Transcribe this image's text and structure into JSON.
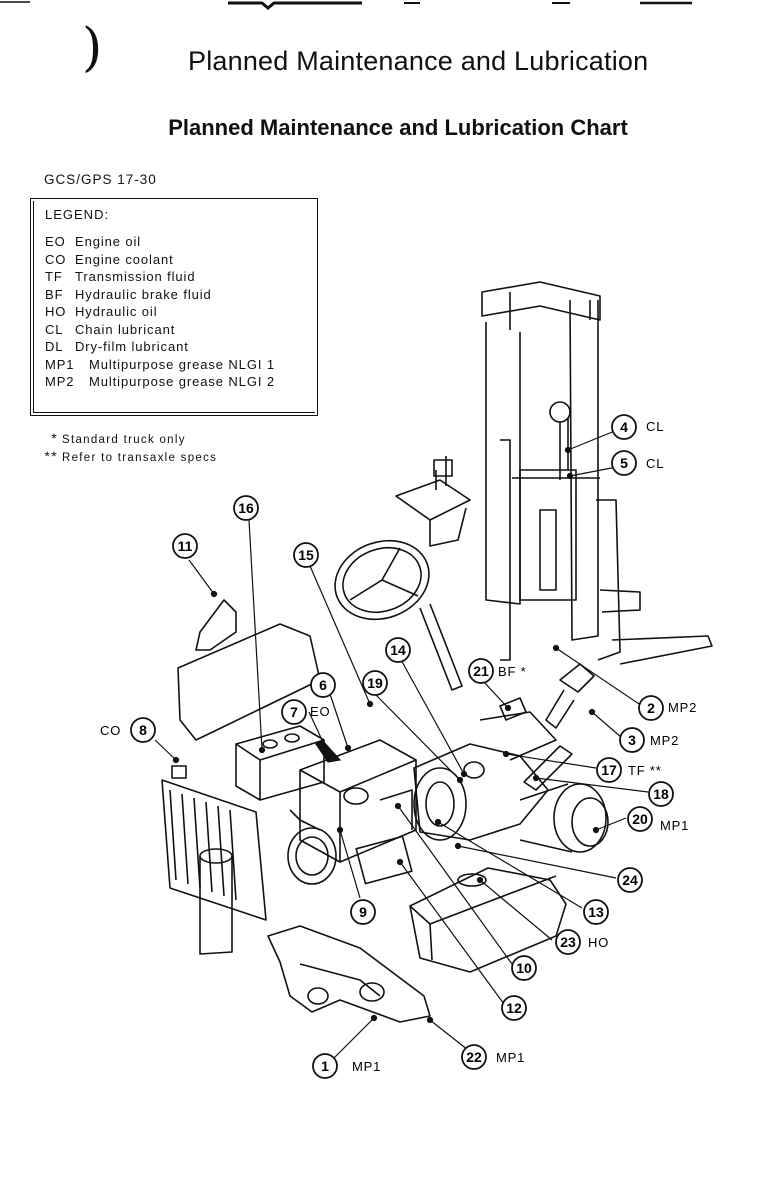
{
  "page_title": "Planned Maintenance and Lubrication",
  "chart_title": "Planned Maintenance and Lubrication Chart",
  "model": "GCS/GPS 17-30",
  "legend": {
    "heading": "LEGEND:",
    "items": [
      {
        "code": "EO",
        "label": "Engine oil"
      },
      {
        "code": "CO",
        "label": "Engine coolant"
      },
      {
        "code": "TF",
        "label": "Transmission fluid"
      },
      {
        "code": "BF",
        "label": "Hydraulic brake fluid"
      },
      {
        "code": "HO",
        "label": "Hydraulic oil"
      },
      {
        "code": "CL",
        "label": "Chain lubricant"
      },
      {
        "code": "DL",
        "label": "Dry-film lubricant"
      },
      {
        "code": "MP1",
        "label": "Multipurpose grease NLGI 1"
      },
      {
        "code": "MP2",
        "label": "Multipurpose grease NLGI 2"
      }
    ]
  },
  "notes": [
    {
      "mark": "*",
      "text": "Standard truck only"
    },
    {
      "mark": "**",
      "text": "Refer to transaxle specs"
    }
  ],
  "callouts": [
    {
      "number": "1",
      "code": "MP1"
    },
    {
      "number": "2",
      "code": "MP2"
    },
    {
      "number": "3",
      "code": "MP2"
    },
    {
      "number": "4",
      "code": "CL"
    },
    {
      "number": "5",
      "code": "CL"
    },
    {
      "number": "6",
      "code": ""
    },
    {
      "number": "7",
      "code": "EO"
    },
    {
      "number": "8",
      "code": "CO"
    },
    {
      "number": "9",
      "code": ""
    },
    {
      "number": "10",
      "code": ""
    },
    {
      "number": "11",
      "code": ""
    },
    {
      "number": "12",
      "code": ""
    },
    {
      "number": "13",
      "code": ""
    },
    {
      "number": "14",
      "code": ""
    },
    {
      "number": "15",
      "code": ""
    },
    {
      "number": "16",
      "code": ""
    },
    {
      "number": "17",
      "code": "TF **"
    },
    {
      "number": "18",
      "code": ""
    },
    {
      "number": "19",
      "code": ""
    },
    {
      "number": "20",
      "code": "MP1"
    },
    {
      "number": "21",
      "code": "BF *"
    },
    {
      "number": "22",
      "code": "MP1"
    },
    {
      "number": "23",
      "code": "HO"
    },
    {
      "number": "24",
      "code": ""
    }
  ]
}
